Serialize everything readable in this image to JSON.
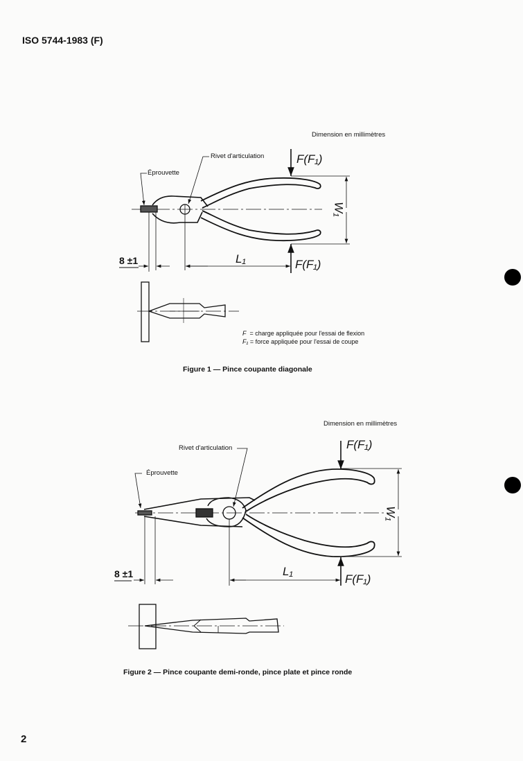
{
  "header": {
    "doc_id": "ISO 5744-1983 (F)"
  },
  "figure1": {
    "units_note": "Dimension en millimètres",
    "label_rivet": "Rivet d'articulation",
    "label_specimen": "Éprouvette",
    "force_top": "F(F₁)",
    "force_bottom": "F(F₁)",
    "dim_w": "W₁",
    "dim_l": "L₁",
    "dim_tip": "8 ±1",
    "legend": [
      {
        "symbol": "F",
        "text": "= charge appliquée pour l'essai de flexion"
      },
      {
        "symbol": "F₁",
        "text": "= force appliquée pour l'essai de coupe"
      }
    ],
    "caption": "Figure 1 — Pince coupante diagonale"
  },
  "figure2": {
    "units_note": "Dimension en millimètres",
    "label_rivet": "Rivet d'articulation",
    "label_specimen": "Éprouvette",
    "force_top": "F(F₁)",
    "force_bottom": "F(F₁)",
    "dim_w": "W₁",
    "dim_l": "L₁",
    "dim_tip": "8 ±1",
    "caption": "Figure 2 — Pince coupante demi-ronde, pince plate et pince ronde"
  },
  "footer": {
    "page_number": "2"
  }
}
